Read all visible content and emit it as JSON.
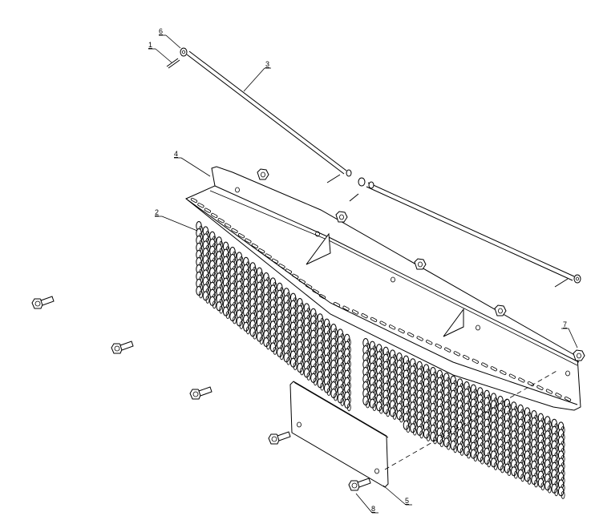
{
  "callouts": [
    {
      "id": "1",
      "label": "1",
      "part": "screw"
    },
    {
      "id": "2",
      "label": "2",
      "part": "chain-curtain"
    },
    {
      "id": "3",
      "label": "3",
      "part": "support-rod"
    },
    {
      "id": "4",
      "label": "4",
      "part": "mounting-bracket"
    },
    {
      "id": "5",
      "label": "5",
      "part": "cover-plate"
    },
    {
      "id": "6",
      "label": "6",
      "part": "washer"
    },
    {
      "id": "7",
      "label": "7",
      "part": "nut"
    },
    {
      "id": "8",
      "label": "8",
      "part": "flange-bolt"
    }
  ],
  "colors": {
    "line": "#000000",
    "background": "#ffffff"
  }
}
